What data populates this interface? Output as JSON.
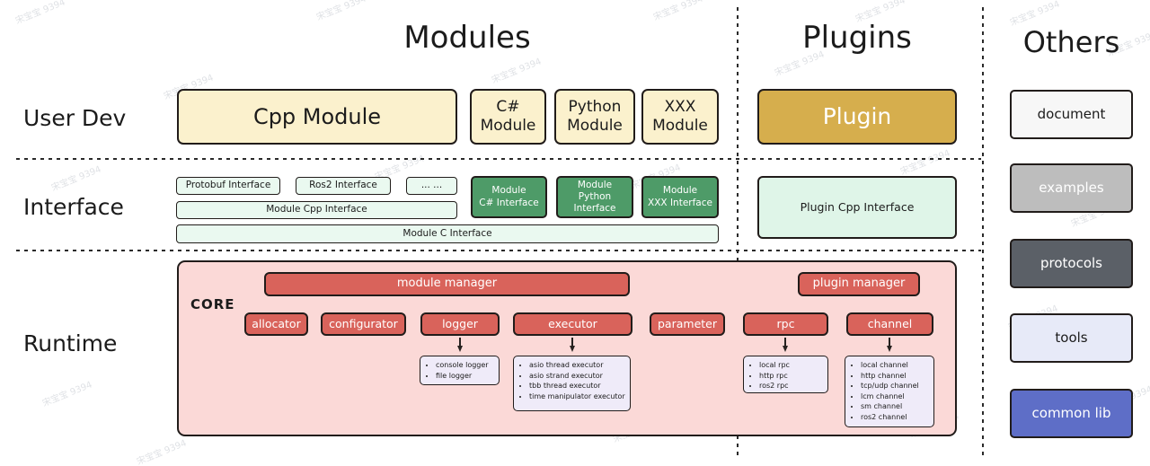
{
  "watermark": {
    "text": "宋宝宝 9394"
  },
  "headers": {
    "modules": "Modules",
    "plugins": "Plugins",
    "others": "Others"
  },
  "row_labels": {
    "user_dev": "User Dev",
    "interface": "Interface",
    "runtime": "Runtime"
  },
  "modules": {
    "user_dev": {
      "cpp": "Cpp Module",
      "csharp": "C#\nModule",
      "python": "Python\nModule",
      "xxx": "XXX\nModule"
    },
    "interface": {
      "protobuf": "Protobuf Interface",
      "ros2": "Ros2 Interface",
      "ellipsis": "... ...",
      "module_cpp": "Module Cpp Interface",
      "module_c": "Module C Interface",
      "module_csharp": "Module\nC# Interface",
      "module_python": "Module\nPython Interface",
      "module_xxx": "Module\nXXX Interface"
    }
  },
  "plugins": {
    "user_dev": "Plugin",
    "interface": "Plugin Cpp Interface"
  },
  "others": [
    "document",
    "examples",
    "protocols",
    "tools",
    "common lib"
  ],
  "runtime": {
    "core": "CORE",
    "module_manager": "module manager",
    "plugin_manager": "plugin manager",
    "components": [
      "allocator",
      "configurator",
      "logger",
      "executor",
      "parameter",
      "rpc",
      "channel"
    ],
    "logger_impls": [
      "console logger",
      "file logger"
    ],
    "executor_impls": [
      "asio thread executor",
      "asio strand executor",
      "tbb thread executor",
      "time manipulator executor"
    ],
    "rpc_impls": [
      "local rpc",
      "http rpc",
      "ros2 rpc"
    ],
    "channel_impls": [
      "local channel",
      "http channel",
      "tcp/udp channel",
      "lcm channel",
      "sm channel",
      "ros2 channel"
    ]
  },
  "colors": {
    "cream": "#fbf1cd",
    "gold": "#d6ae4d",
    "pale_green": "#eaf9f0",
    "green": "#4e9b68",
    "pink_core": "#fbd9d7",
    "red_component": "#d9635b",
    "purple_list": "#efebf9",
    "others_examples": "#bdbdbd",
    "others_protocols": "#5b6067",
    "others_common_lib": "#5e6ec7"
  }
}
